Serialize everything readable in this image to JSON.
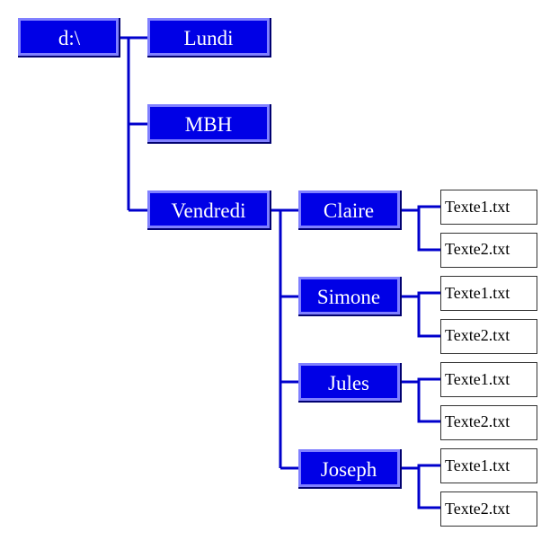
{
  "root": {
    "label": "d:\\"
  },
  "folders": [
    {
      "label": "Lundi",
      "children": []
    },
    {
      "label": "MBH",
      "children": []
    },
    {
      "label": "Vendredi",
      "children": [
        {
          "label": "Claire",
          "files": [
            "Texte1.txt",
            "Texte2.txt"
          ]
        },
        {
          "label": "Simone",
          "files": [
            "Texte1.txt",
            "Texte2.txt"
          ]
        },
        {
          "label": "Jules",
          "files": [
            "Texte1.txt",
            "Texte2.txt"
          ]
        },
        {
          "label": "Joseph",
          "files": [
            "Texte1.txt",
            "Texte2.txt"
          ]
        }
      ]
    }
  ],
  "colors": {
    "folder": "#0000e6",
    "connector": "#0000cc",
    "file_border": "#333333"
  }
}
